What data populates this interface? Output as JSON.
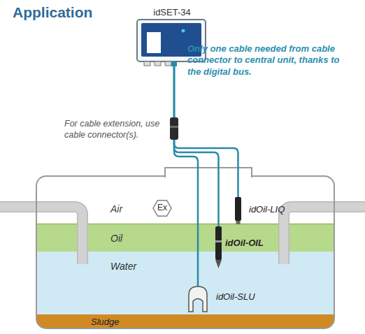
{
  "diagram": {
    "title": "Application",
    "nodes": [
      {
        "text": [
          "idSET-34"
        ]
      },
      {
        "text": [
          "Air"
        ]
      },
      {
        "text": [
          "idOil-LIQ"
        ]
      },
      {
        "text": [
          "Oil"
        ]
      },
      {
        "text": [
          "idOil-OIL"
        ]
      },
      {
        "text": [
          "Water"
        ]
      },
      {
        "text": [
          "idOil-SLU"
        ]
      },
      {
        "text": [
          "Sludge"
        ]
      }
    ],
    "edges": [
      {
        "from": 0,
        "to": 2,
        "arrow": "none"
      },
      {
        "from": 0,
        "to": 4,
        "arrow": "none"
      },
      {
        "from": 0,
        "to": 6,
        "arrow": "none"
      }
    ],
    "labels": [
      "Only one cable needed from cable connector to central unit, thanks to the digital bus.",
      "For cable extension, use cable connector(s).",
      "Ex"
    ]
  }
}
